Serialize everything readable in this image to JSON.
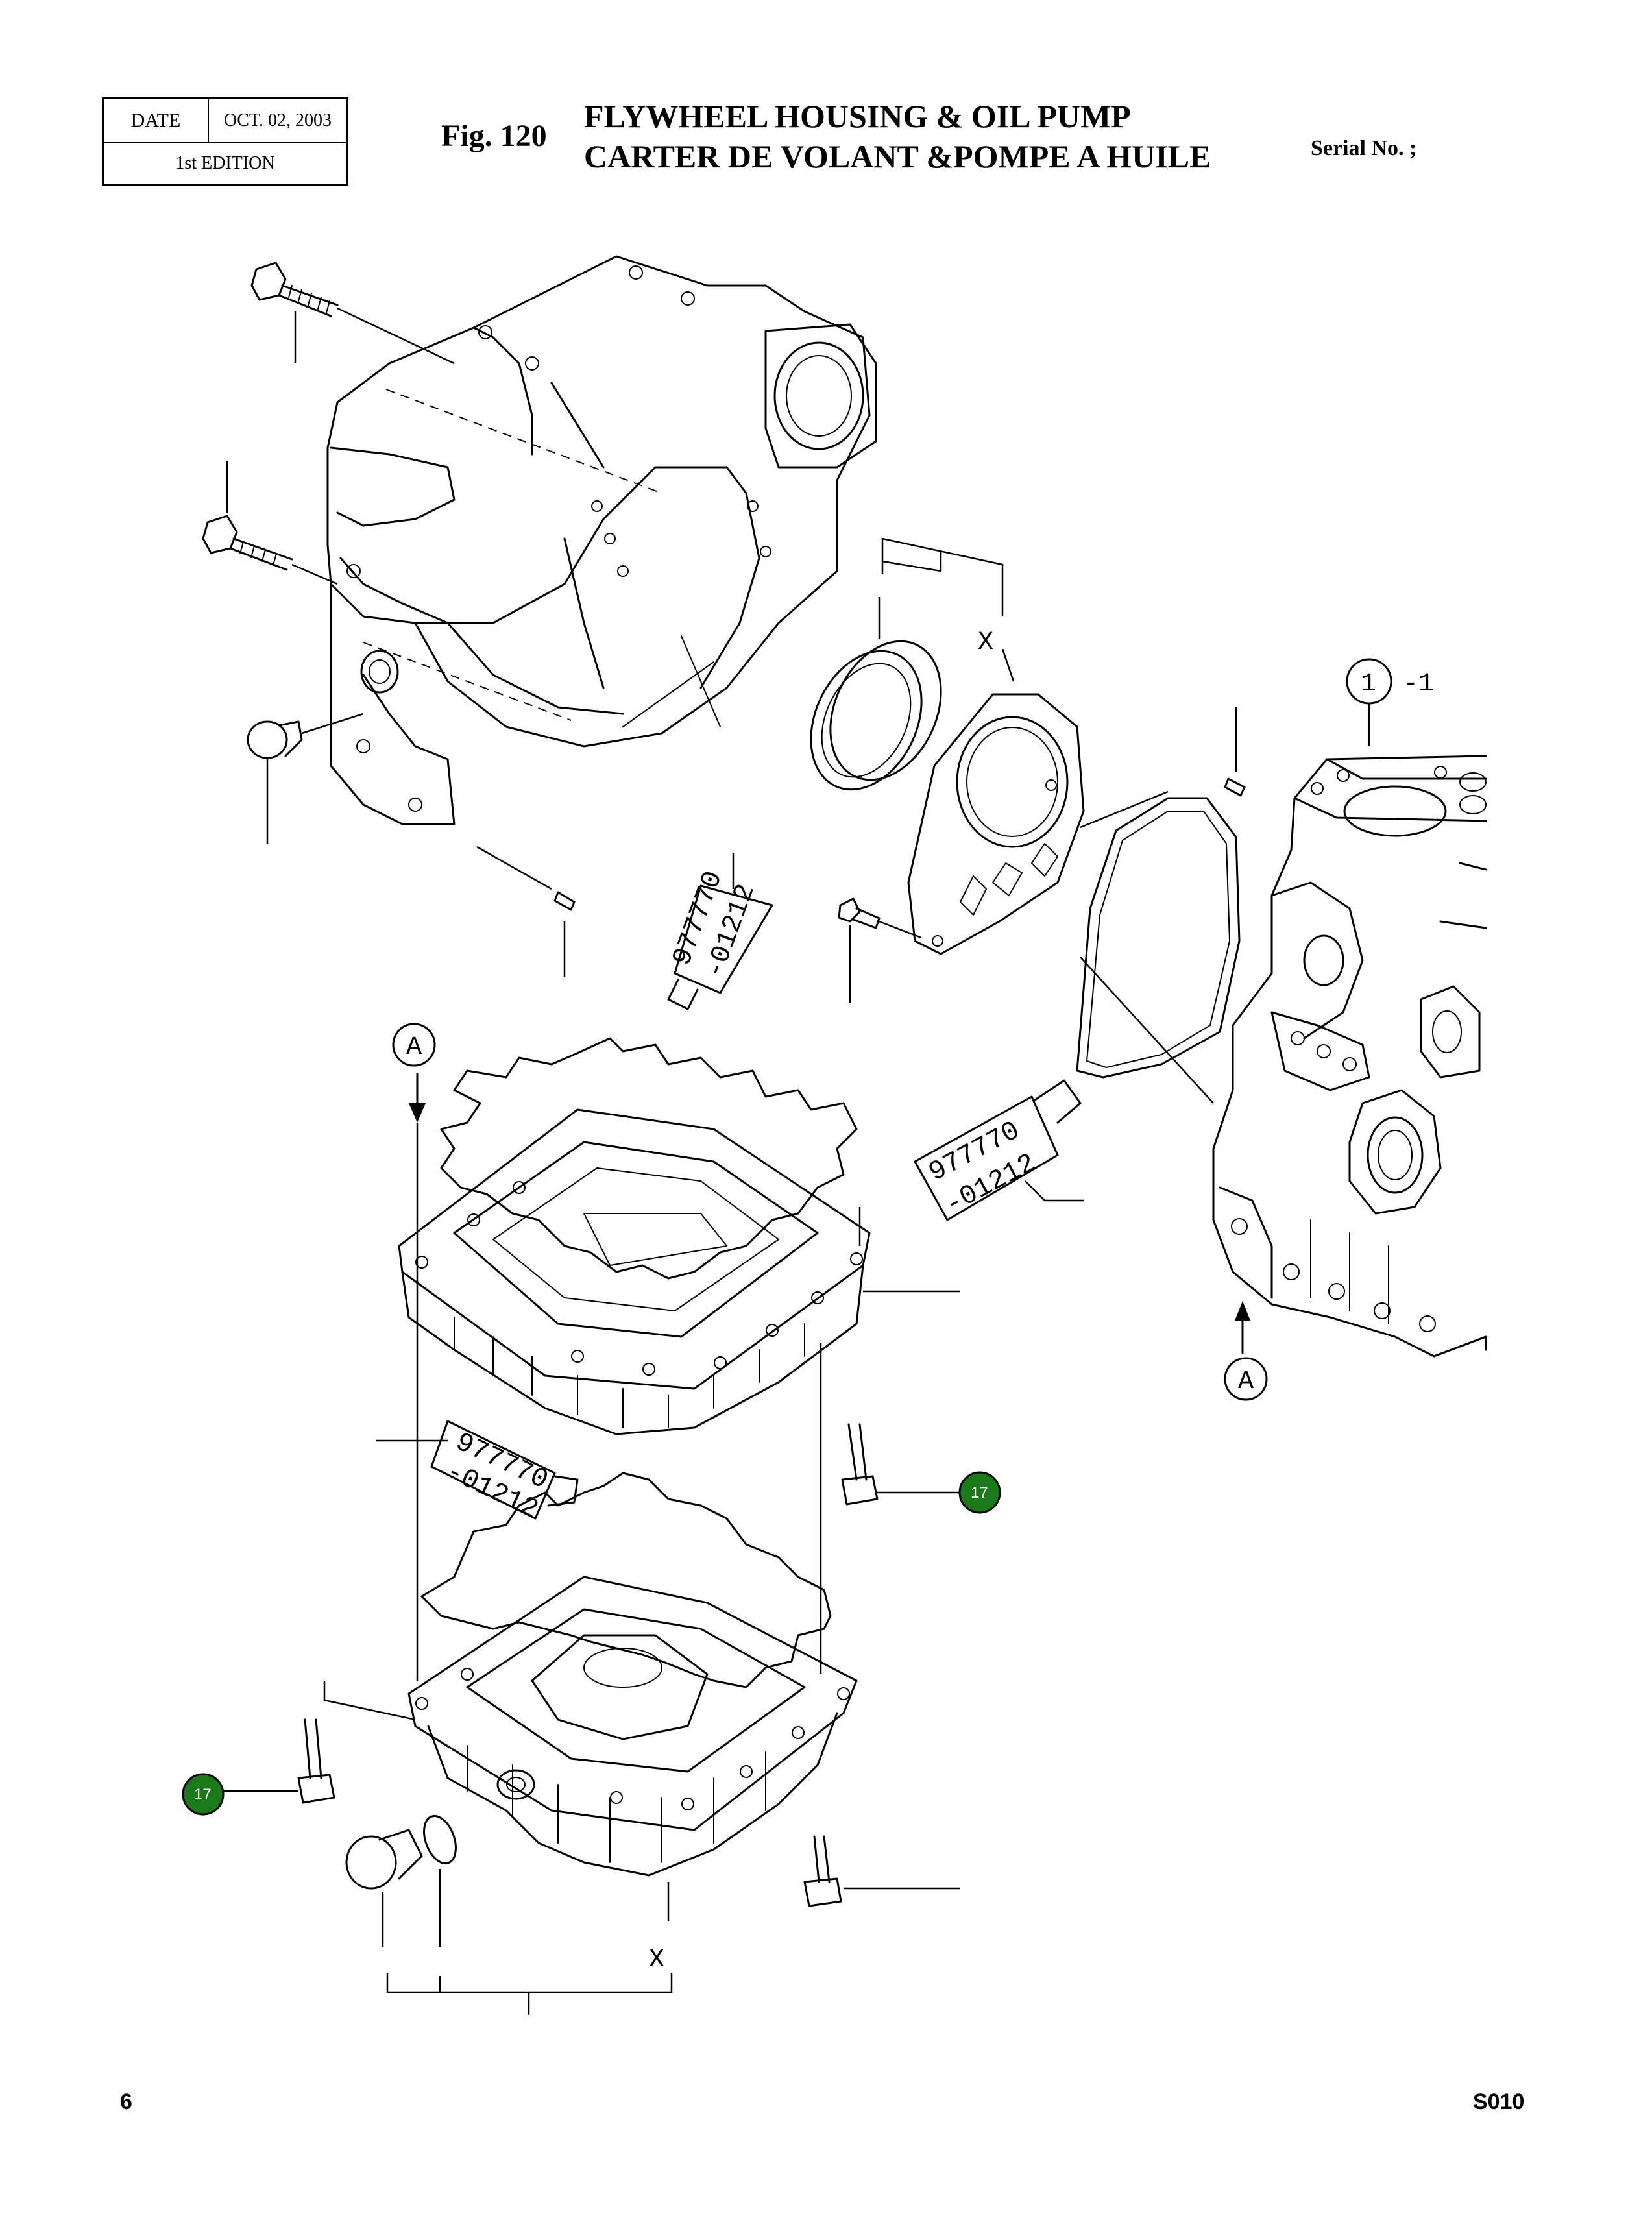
{
  "header": {
    "date_label": "DATE",
    "date_value": "OCT. 02, 2003",
    "edition": "1st EDITION",
    "fig_number": "Fig. 120",
    "title_en": "FLYWHEEL HOUSING & OIL PUMP",
    "title_fr": "CARTER DE VOLANT &POMPE A HUILE",
    "serial": "Serial No. ;"
  },
  "callouts": {
    "assembly_ref": "1",
    "assembly_suffix": "-1",
    "kit_marker_top": "X",
    "kit_marker_bottom": "X",
    "ref_a_top": "A",
    "ref_a_right": "A",
    "bolt_badge_right": "17",
    "bolt_badge_left": "17"
  },
  "sealant_tubes": [
    {
      "line1": "977770",
      "line2": "-01212"
    },
    {
      "line1": "977770",
      "line2": "-01212"
    },
    {
      "line1": "977770",
      "line2": "-01212"
    }
  ],
  "colors": {
    "badge_fill": "#1a7a1a",
    "badge_text": "#ffffff",
    "line": "#000000"
  },
  "footer": {
    "page_number": "6",
    "doc_code": "S010"
  }
}
